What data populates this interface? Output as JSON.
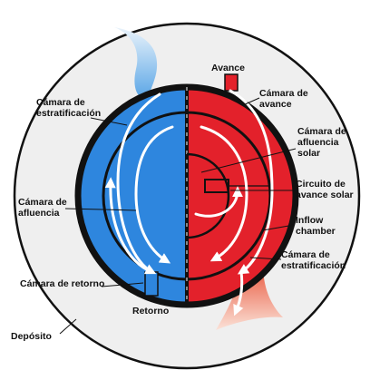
{
  "labels": {
    "avance": "Avance",
    "camara_avance": [
      "Cámara de",
      "avance"
    ],
    "camara_estratificacion_left": [
      "Cámara de",
      "estratificación"
    ],
    "camara_afluencia_solar": [
      "Cámara de",
      "afluencia",
      "solar"
    ],
    "circuito_avance_solar": [
      "Circuito de",
      "avance solar"
    ],
    "camara_afluencia": [
      "Cámara de",
      "afluencia"
    ],
    "inflow_chamber": [
      "Inflow",
      "chamber"
    ],
    "camara_estratificacion_right": [
      "Cámara de",
      "estratificación"
    ],
    "camara_retorno": "Cámara de retorno",
    "retorno": "Retorno",
    "deposito": "Depósito"
  },
  "colors": {
    "tank": "#f0f0f0",
    "outline": "#111111",
    "cold": "#2e86de",
    "cold_light": "#cfe3f6",
    "hot": "#e3212b",
    "hot_light": "#f5c0b0",
    "flow": "#ffffff"
  }
}
